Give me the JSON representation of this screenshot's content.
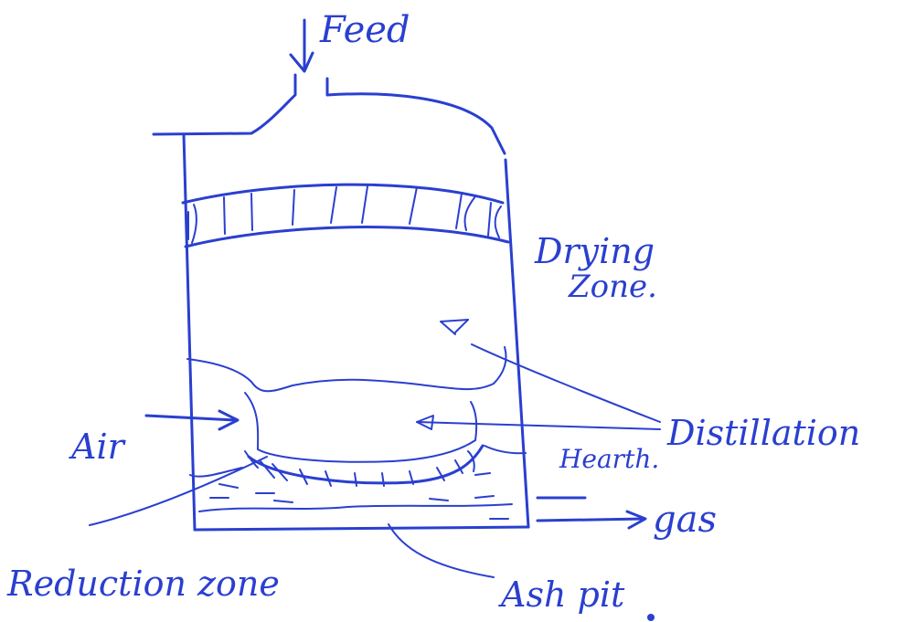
{
  "labels": {
    "feed": "Feed",
    "drying_line1": "Drying",
    "drying_line2": "Zone.",
    "distillation": "Distillation",
    "hearth": "Hearth.",
    "air": "Air",
    "gas": "gas",
    "reduction_zone": "Reduction zone",
    "ash_pit": "Ash pit"
  },
  "colors": {
    "ink": "#2a3fd0",
    "paper": "#ffffff"
  }
}
